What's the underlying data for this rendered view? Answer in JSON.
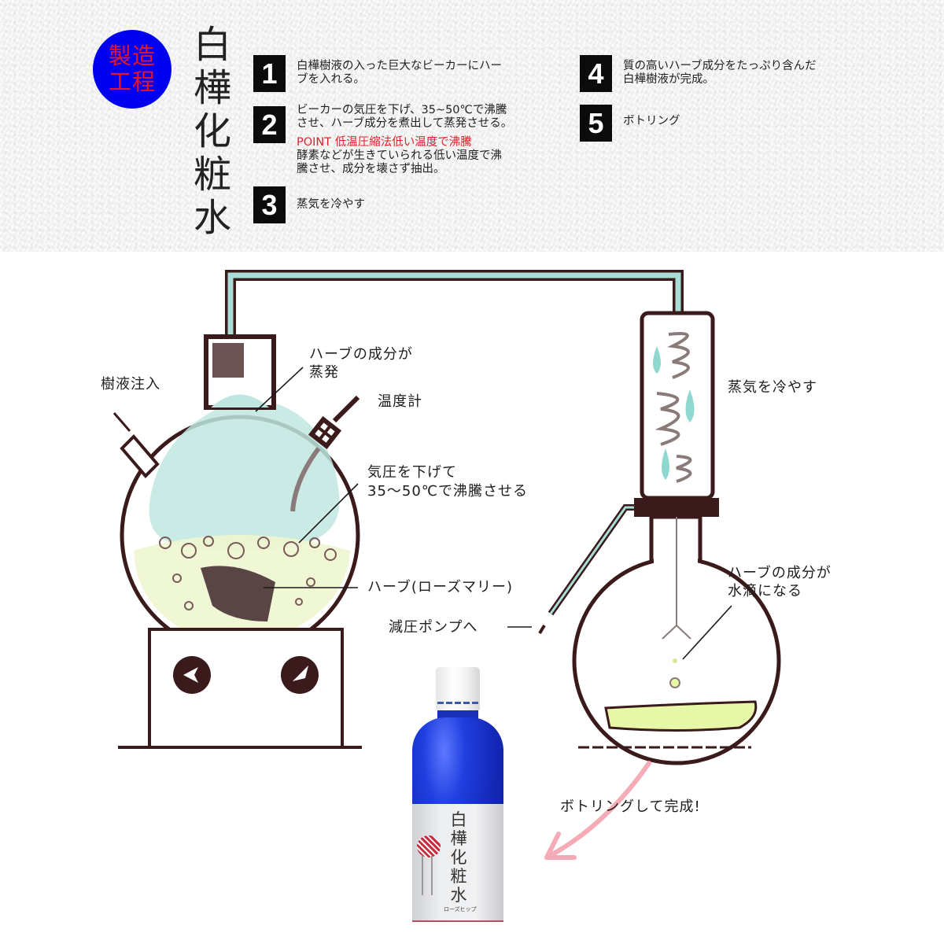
{
  "header": {
    "badge": {
      "line1": "製造",
      "line2": "工程",
      "bg_color": "#0000f0",
      "text_color": "#e8142a"
    },
    "title_vertical": [
      "白",
      "樺",
      "化",
      "粧",
      "水"
    ]
  },
  "steps": [
    {
      "number": "1",
      "lines": [
        "白樺樹液の入った巨大なビーカーにハー",
        "ブを入れる。"
      ]
    },
    {
      "number": "2",
      "lines": [
        "ビーカーの気圧を下げ、35~50℃で沸騰",
        "させ、ハーブ成分を煮出して蒸発させる。"
      ],
      "point": "POINT 低温圧縮法低い温度で沸騰",
      "point_lines": [
        "酵素などが生きていられる低い温度で沸",
        "騰させ、成分を壊さず抽出。"
      ]
    },
    {
      "number": "3",
      "lines": [
        "蒸気を冷やす"
      ]
    },
    {
      "number": "4",
      "lines": [
        "質の高いハーブ成分をたっぷり含んだ",
        "白樺樹液が完成。"
      ]
    },
    {
      "number": "5",
      "lines": [
        "ボトリング"
      ]
    }
  ],
  "diagram": {
    "labels": {
      "sap_injection": "樹液注入",
      "evaporate_line1": "ハーブの成分が",
      "evaporate_line2": "蒸発",
      "thermometer": "温度計",
      "boil_line1": "気圧を下げて",
      "boil_line2": "35～50℃で沸騰させる",
      "herb": "ハーブ(ローズマリー)",
      "vacuum_pump": "減圧ポンプへ",
      "cool_vapor": "蒸気を冷やす",
      "droplet_line1": "ハーブの成分が",
      "droplet_line2": "水滴になる",
      "bottling_done": "ボトリングして完成!"
    },
    "colors": {
      "ink": "#3a1a1a",
      "vapor": "#a9ded8",
      "liquid": "#e6f7a8",
      "arrow": "#f4a3ae"
    }
  },
  "bottle": {
    "title_vertical": [
      "白",
      "樺",
      "化",
      "粧",
      "水"
    ],
    "subtitle": "ローズヒップ"
  }
}
